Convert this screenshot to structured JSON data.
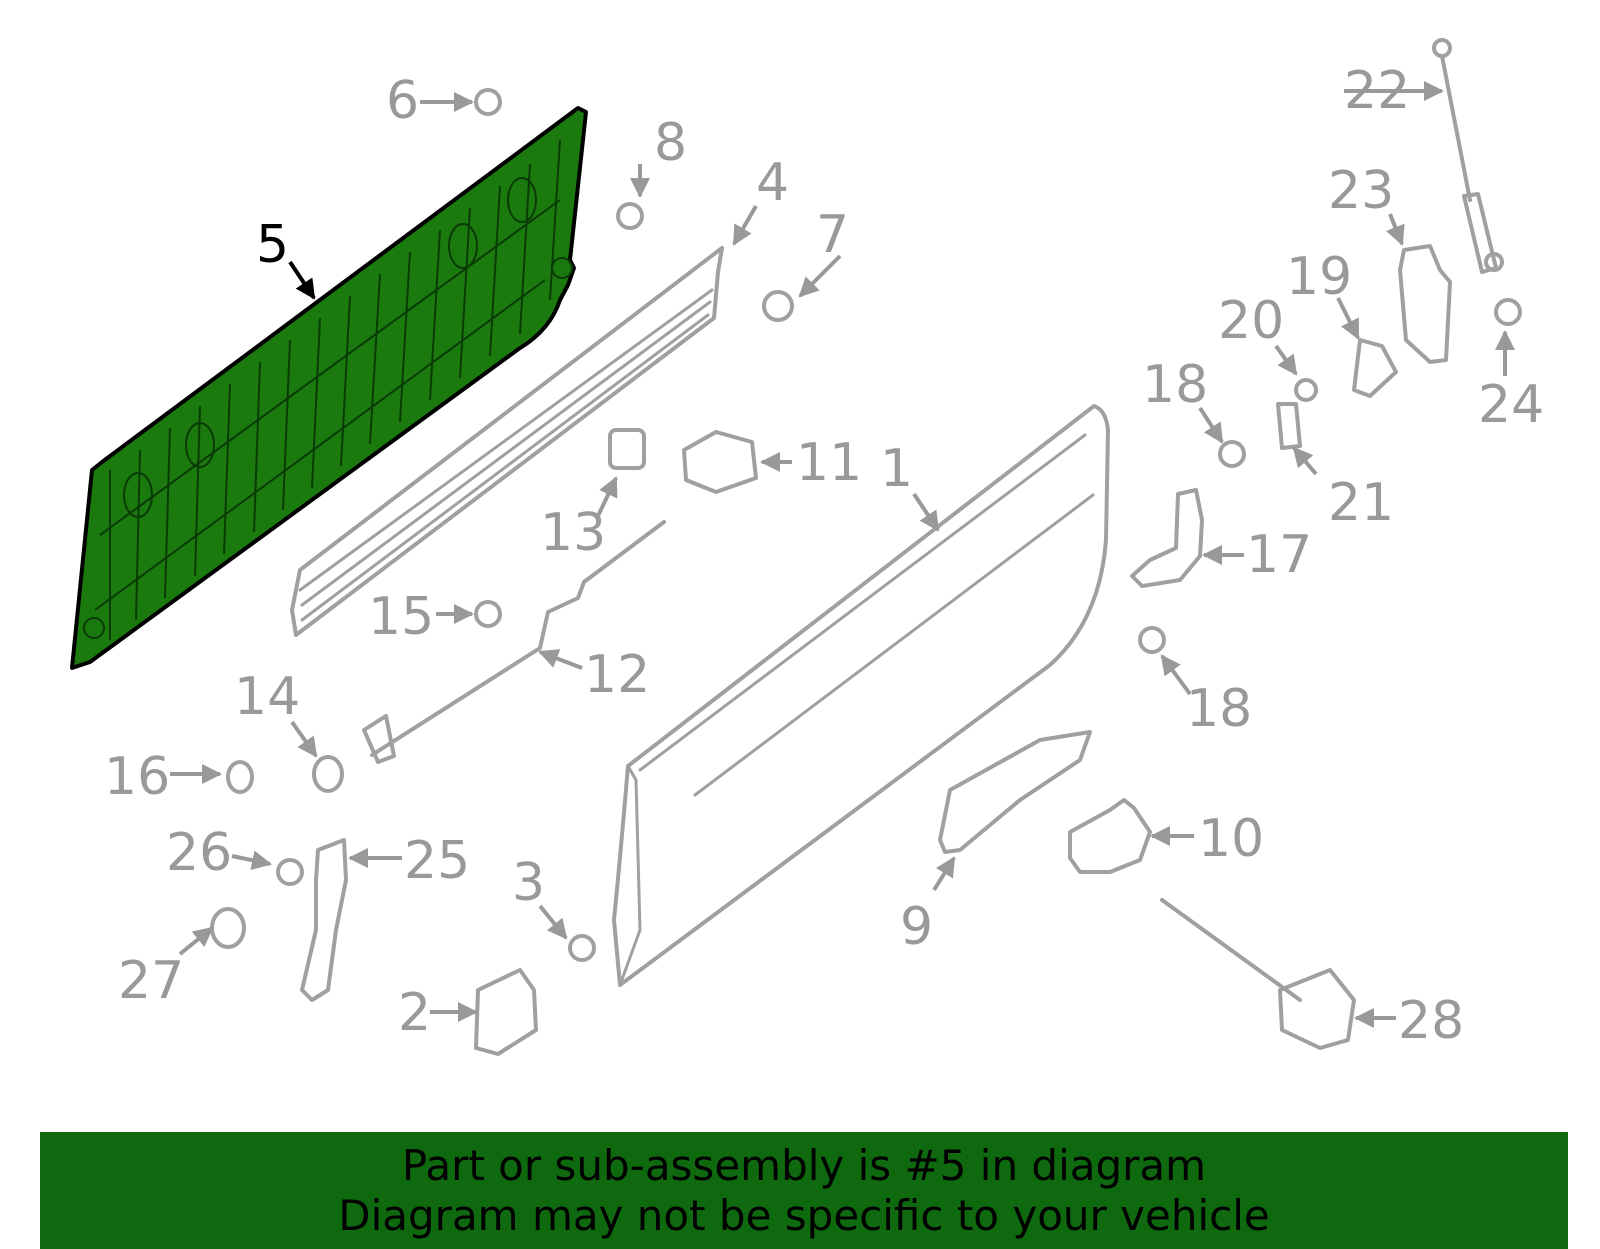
{
  "diagram": {
    "highlight_color": "#1a7a0e",
    "part_line_color": "#a0a0a0",
    "label_color": "#999999",
    "highlighted_part": "5",
    "callouts": [
      "1",
      "2",
      "3",
      "4",
      "5",
      "6",
      "7",
      "8",
      "9",
      "10",
      "11",
      "12",
      "13",
      "14",
      "15",
      "16",
      "17",
      "18",
      "18",
      "19",
      "20",
      "21",
      "22",
      "23",
      "24",
      "25",
      "26",
      "27",
      "28"
    ]
  },
  "banner": {
    "background": "#0f6a0f",
    "line1": "Part or sub-assembly is #5 in diagram",
    "line2": "Diagram may not be specific to your vehicle"
  }
}
